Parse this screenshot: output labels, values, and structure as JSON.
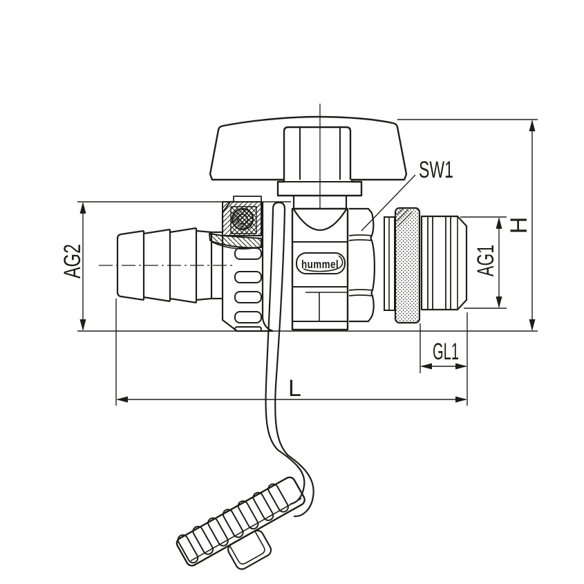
{
  "drawing": {
    "kind": "engineering line drawing",
    "subject": "valve fitting side view with dimension callouts"
  },
  "labels": {
    "sw1": "SW1",
    "ag2": "AG2",
    "ag1": "AG1",
    "h": "H",
    "gl1": "GL1",
    "l": "L"
  },
  "logo": {
    "text": "hummel"
  },
  "colors": {
    "line": "#1d1d1b",
    "background": "#ffffff"
  }
}
